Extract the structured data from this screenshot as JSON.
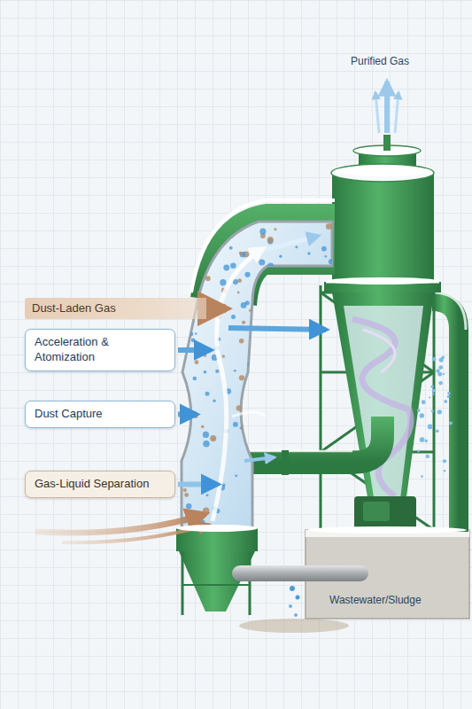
{
  "diagram": {
    "nodes": [
      {
        "text": [
          "Dust-Laden Gas"
        ]
      },
      {
        "text": [
          "Acceleration & Atomization"
        ]
      },
      {
        "text": [
          "Dust Capture"
        ]
      },
      {
        "text": [
          "Gas-Liquid Separation"
        ]
      }
    ],
    "labels": [
      "Purified Gas",
      "Wastewater/Sludge"
    ]
  }
}
